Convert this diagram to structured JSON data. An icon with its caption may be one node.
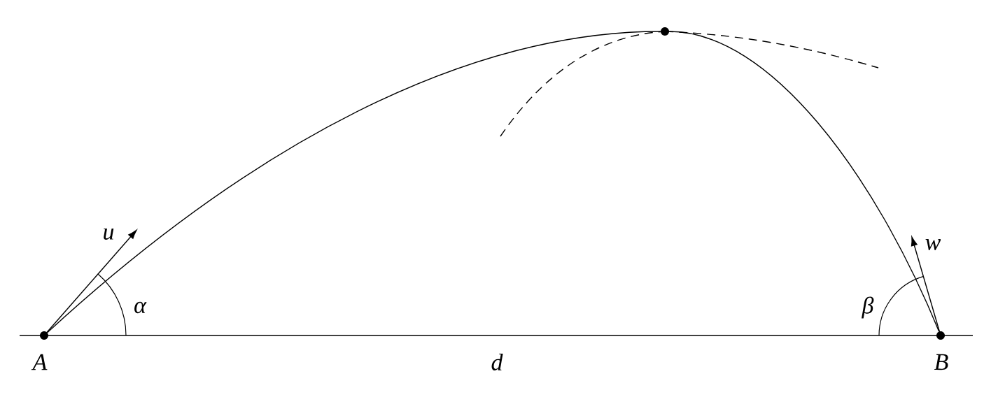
{
  "diagram": {
    "nodes": [
      {
        "text": [],
        "shape": "circle",
        "beside": [
          "A"
        ]
      },
      {
        "text": [],
        "shape": "circle"
      },
      {
        "text": [],
        "shape": "circle",
        "beside": [
          "B"
        ]
      }
    ],
    "edges": [
      {
        "from": 0,
        "to": 1,
        "arrow": "none"
      },
      {
        "from": 1,
        "to": 2,
        "arrow": "none"
      }
    ],
    "labels": [
      "u",
      "α",
      "w",
      "β",
      "d"
    ]
  }
}
